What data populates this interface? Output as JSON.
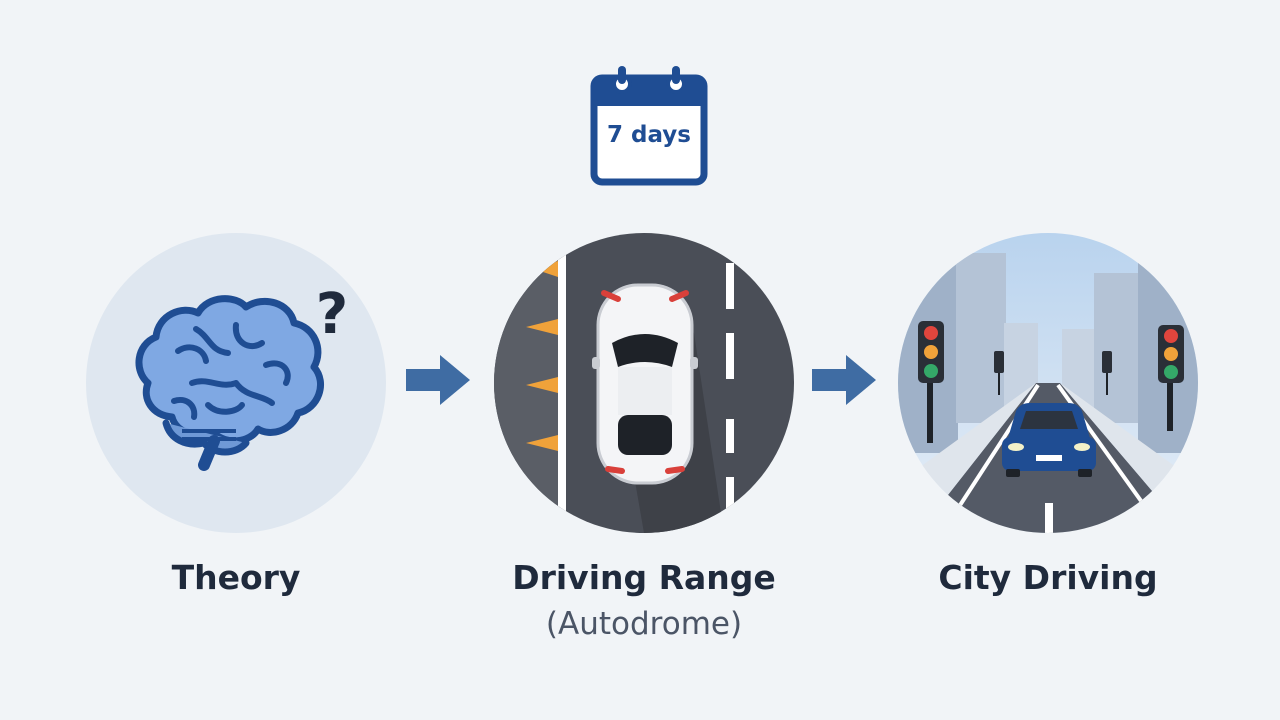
{
  "duration": {
    "label": "7 days",
    "icon": "calendar-icon"
  },
  "steps": [
    {
      "label": "Theory",
      "sublabel": "",
      "icon": "brain-question-icon"
    },
    {
      "label": "Driving Range",
      "sublabel": "(Autodrome)",
      "icon": "car-track-icon"
    },
    {
      "label": "City Driving",
      "sublabel": "",
      "icon": "city-street-icon"
    }
  ],
  "colors": {
    "background": "#f1f4f7",
    "accent_blue": "#1f4d93",
    "arrow": "#3f6ca3",
    "brain": "#7fa8e3",
    "asphalt": "#4a4e57",
    "cone": "#f0a23a",
    "text": "#1f2a3c"
  }
}
